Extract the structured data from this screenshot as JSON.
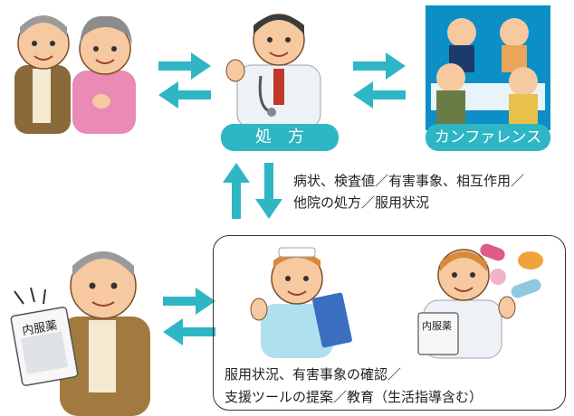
{
  "labels": {
    "prescription": "処　方",
    "conference": "カンファレンス",
    "medicine_card_left": "内服薬",
    "medicine_card_right": "内服薬"
  },
  "info_flow": {
    "line1": "病状、検査値／有害事象、相互作用／",
    "line2": "他院の処方／服用状況"
  },
  "pharmacist_box": {
    "line1": "服用状況、有害事象の確認／",
    "line2": "支援ツールの提案／教育（生活指導含む）"
  },
  "colors": {
    "accent_teal": "#2fb6c4",
    "box_border": "#333333"
  }
}
